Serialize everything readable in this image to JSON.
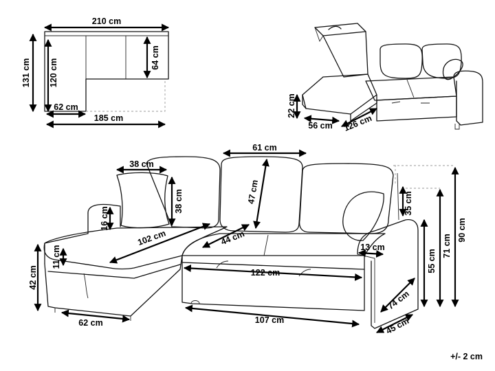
{
  "tolerance": "+/- 2 cm",
  "plan_view": {
    "width_total": "210 cm",
    "depth_total": "131 cm",
    "chaise_depth": "120 cm",
    "seat_depth": "64 cm",
    "chaise_width": "62 cm",
    "sofa_width": "185 cm"
  },
  "open_view": {
    "bed_height": "22 cm",
    "bed_depth": "56 cm",
    "bed_length": "126 cm"
  },
  "main_view": {
    "pillow_width": "38 cm",
    "pillow_height": "38 cm",
    "back_cushion_width": "61 cm",
    "back_cushion_height": "47 cm",
    "chaise_back_height": "16 cm",
    "chaise_length": "102 cm",
    "seat_cushion_depth": "44 cm",
    "storage_height": "11 cm",
    "chaise_height": "42 cm",
    "chaise_base_width": "62 cm",
    "bed_pull_width": "122 cm",
    "base_width": "107 cm",
    "armrest_width": "13 cm",
    "armrest_above_seat": "35 cm",
    "arm_height": "55 cm",
    "back_height": "71 cm",
    "total_height": "90 cm",
    "arm_depth": "74 cm",
    "arm_base_depth": "45 cm"
  }
}
